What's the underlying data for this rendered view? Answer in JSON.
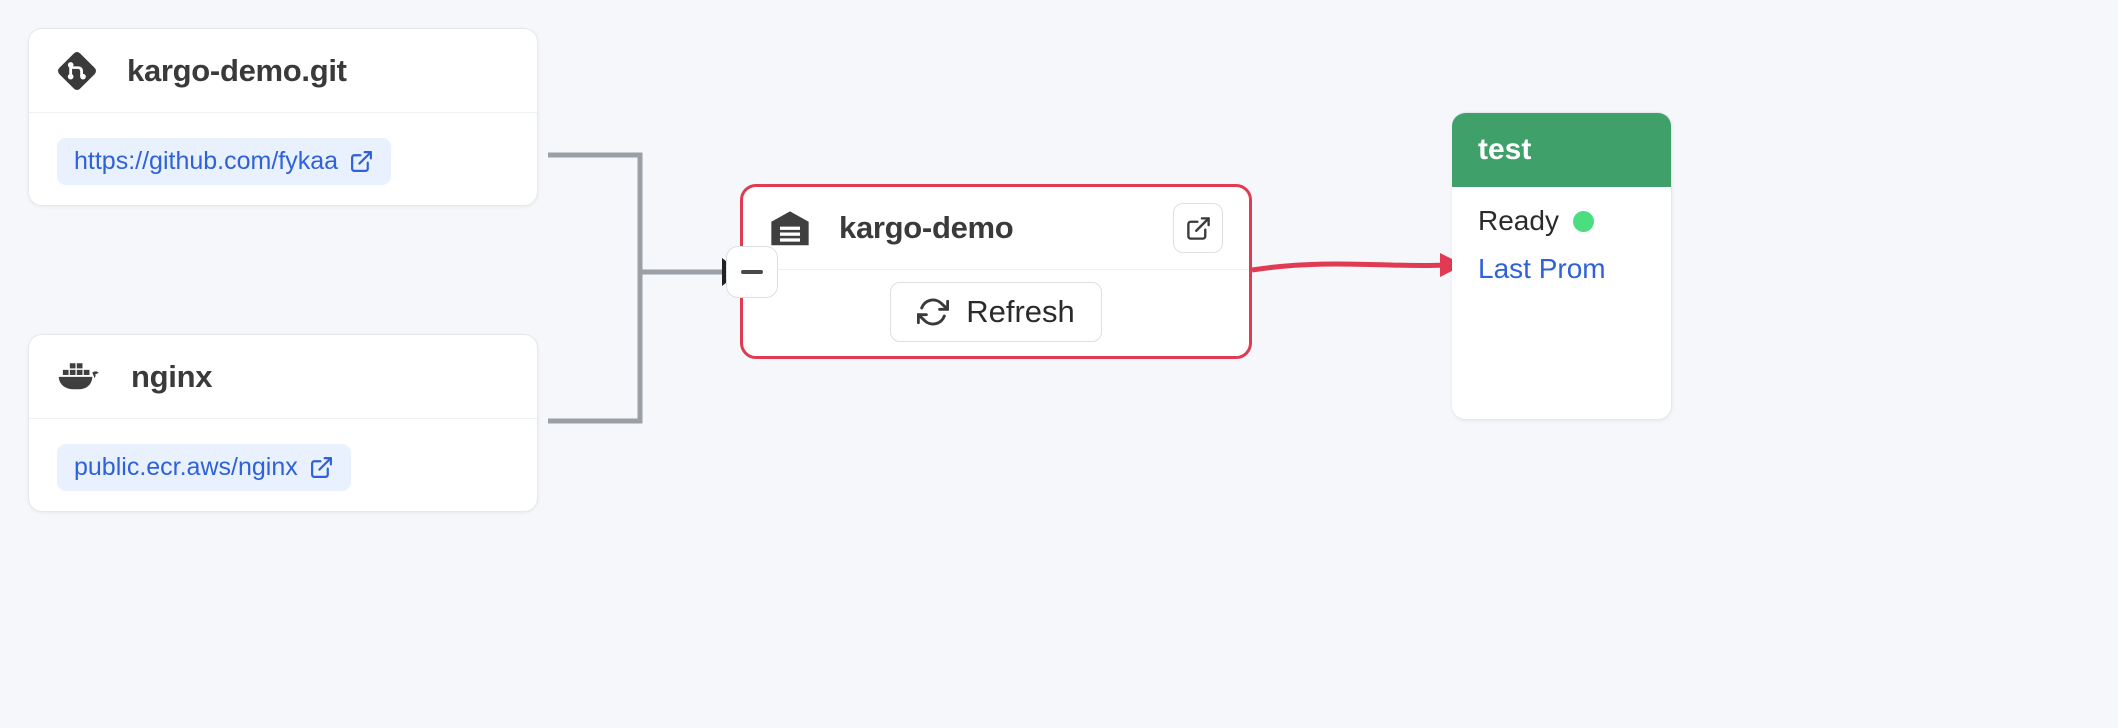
{
  "app": {
    "view": "pipeline-graph",
    "background": "#f5f7fa"
  },
  "colors": {
    "accent_red": "#e03b53",
    "link_blue": "#2f62d8",
    "chip_bg": "#e8f1fd",
    "stage_green": "#3fa06a",
    "status_dot_green": "#4ade80",
    "edge_gray": "#9aa0a6",
    "card_border": "#e6e8ec",
    "text_dark": "#3a3a3a"
  },
  "sources": [
    {
      "id": "git-repo",
      "icon": "git-icon",
      "title": "kargo-demo.git",
      "url": "https://github.com/fykaa",
      "url_icon": "external-link-icon"
    },
    {
      "id": "docker-image",
      "icon": "docker-icon",
      "title": "nginx",
      "url": "public.ecr.aws/nginx",
      "url_icon": "external-link-icon"
    }
  ],
  "warehouse": {
    "icon": "warehouse-icon",
    "title": "kargo-demo",
    "open_icon": "external-link-icon",
    "refresh_label": "Refresh",
    "refresh_icon": "refresh-icon",
    "selected": true
  },
  "collapse_handle": {
    "icon": "minus-icon",
    "label": "−"
  },
  "stage": {
    "title": "test",
    "status_label": "Ready",
    "status_dot": "green",
    "promotion_label": "Last Prom"
  },
  "edges": [
    {
      "from": "git-repo",
      "to": "warehouse",
      "color": "#9aa0a6"
    },
    {
      "from": "docker-image",
      "to": "warehouse",
      "color": "#9aa0a6"
    },
    {
      "from": "warehouse",
      "to": "stage",
      "color": "#e03b53"
    }
  ]
}
